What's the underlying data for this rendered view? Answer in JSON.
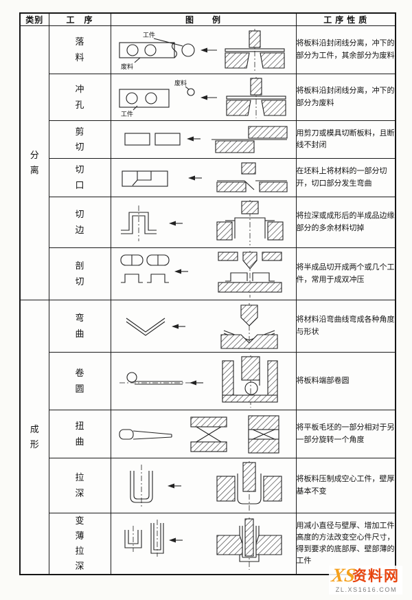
{
  "table": {
    "headers": {
      "category": "类别",
      "process": "工　序",
      "illustration": "图　　例",
      "nature": "工 序 性 质"
    },
    "categories": [
      {
        "label": "分离"
      },
      {
        "label": "成形"
      }
    ],
    "rows": [
      {
        "process": "落料",
        "nature": "将板料沿封闭线分离，冲下的部分为工件，其余部分为废料",
        "labels": {
          "workpiece": "工件",
          "scrap": "废料"
        }
      },
      {
        "process": "冲孔",
        "nature": "将板料沿封闭线分离，冲下的部分为废料",
        "labels": {
          "workpiece": "工件",
          "scrap": "废料"
        }
      },
      {
        "process": "剪切",
        "nature": "用剪刀或模具切断板料，且断线不封闭"
      },
      {
        "process": "切口",
        "nature": "在坯料上将材料的一部分切开，切口部分发生弯曲"
      },
      {
        "process": "切边",
        "nature": "将拉深或成形后的半成品边缘部分的多余材料切掉"
      },
      {
        "process": "剖切",
        "nature": "将半成品切开成两个或几个工件，常用于成双冲压"
      },
      {
        "process": "弯曲",
        "nature": "将材料沿弯曲线弯成各种角度与形状"
      },
      {
        "process": "卷圆",
        "nature": "将板料端部卷圆"
      },
      {
        "process": "扭曲",
        "nature": "将平板毛坯的一部分相对于另一部分旋转一个角度"
      },
      {
        "process": "拉深",
        "nature": "将板料压制成空心工件，壁厚基本不变"
      },
      {
        "process": "变薄拉深",
        "nature": "用减小直径与壁厚、增加工件高度的方法改变空心件尺寸，得到要求的底部厚、壁部薄的工件"
      }
    ]
  },
  "watermark": {
    "logo": "XS",
    "site_name": "资料网",
    "url": "ZL.XS1616.COM",
    "accent": "#e8450f"
  }
}
